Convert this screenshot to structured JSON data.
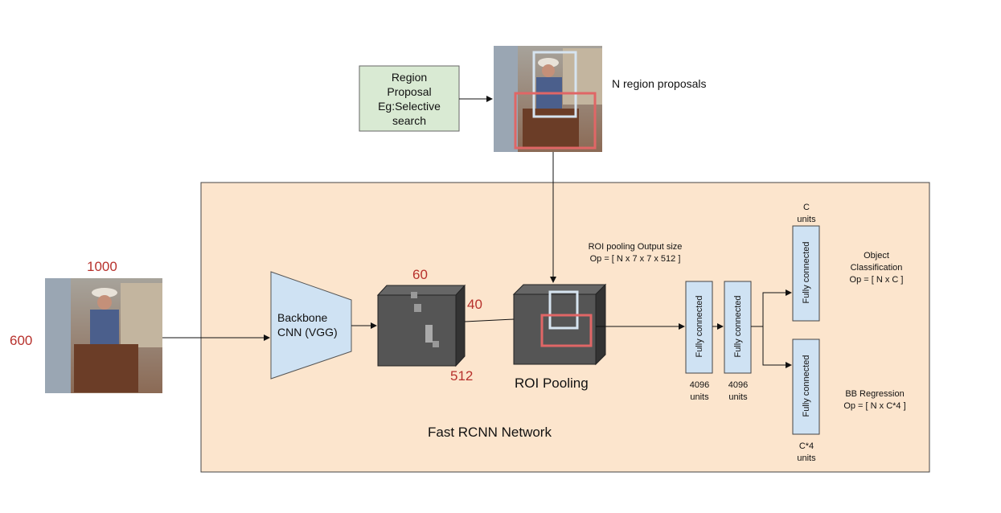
{
  "region_proposal": {
    "line1": "Region",
    "line2": "Proposal",
    "line3": "Eg:Selective",
    "line4": "search"
  },
  "n_region_label": "N region proposals",
  "input_image": {
    "width_label": "1000",
    "height_label": "600"
  },
  "backbone": {
    "line1": "Backbone",
    "line2": "CNN (VGG)"
  },
  "feature_map": {
    "top": "60",
    "right": "40",
    "bottom": "512"
  },
  "roi_pooling": {
    "caption": "ROI Pooling",
    "output_line1": "ROI pooling Output size",
    "output_line2": "Op = [ N x 7 x 7 x 512 ]"
  },
  "fc_label": "Fully connected",
  "fc1_units": {
    "line1": "4096",
    "line2": "units"
  },
  "fc2_units": {
    "line1": "4096",
    "line2": "units"
  },
  "cls_units": {
    "line1": "C",
    "line2": "units"
  },
  "bb_units": {
    "line1": "C*4",
    "line2": "units"
  },
  "object_classification": {
    "line1": "Object",
    "line2": "Classification",
    "line3": "Op = [ N x C ]"
  },
  "bb_regression": {
    "line1": "BB Regression",
    "line2": "Op = [ N x C*4 ]"
  },
  "network_title": "Fast RCNN Network",
  "colors": {
    "network_bg": "#fce5cd",
    "proposal_bg": "#d9ead3",
    "block_blue": "#cfe2f3",
    "dark_block": "#444444",
    "red_text": "#b7312c",
    "box_red": "#e06666",
    "box_light": "#d6e4f0"
  }
}
